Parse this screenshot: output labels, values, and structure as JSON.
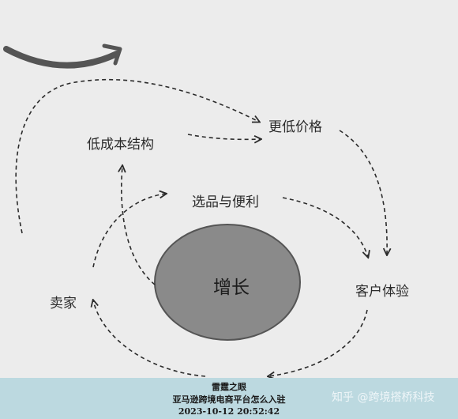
{
  "diagram": {
    "nodes": {
      "low_cost": "低成本结构",
      "lower_price": "更低价格",
      "selection": "选品与便利",
      "customer": "客户体验",
      "seller": "卖家",
      "growth": "增长"
    }
  },
  "footer": {
    "line1": "雷霆之眼",
    "line2": "亚马逊跨境电商平台怎么入驻",
    "line3": "2023-10-12 20:52:42",
    "watermark": "知乎 @跨境搭桥科技"
  },
  "colors": {
    "background": "#ececec",
    "footer": "#bcd9e0",
    "growth_circle": "#8a8a8a",
    "arrow": "#2b2b2b"
  }
}
